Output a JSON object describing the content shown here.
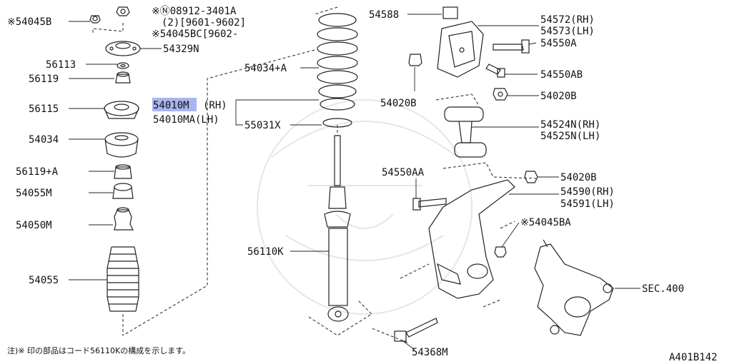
{
  "labels": {
    "p54045B": "※54045B",
    "p08912": "※Ⓝ08912-3401A",
    "p08912b": "(2)[9601-9602]",
    "p54045BC": "※54045BC[9602-",
    "p54329N": "54329N",
    "p56113": "56113",
    "p56119": "56119",
    "p56115": "56115",
    "p54034": "54034",
    "p56119A": "56119+A",
    "p54055M": "54055M",
    "p54050M": "54050M",
    "p54055": "54055",
    "p54034A": "54034+A",
    "p54010M": "54010M",
    "p54010Mrh": "(RH)",
    "p54010MA": "54010MA(LH)",
    "p55031X": "55031X",
    "p56110K": "56110K",
    "p54588": "54588",
    "p54572": "54572(RH)",
    "p54573": "54573(LH)",
    "p54550A": "54550A",
    "p54550AB": "54550AB",
    "p54020Ba": "54020B",
    "p54020Bb": "54020B",
    "p54524N": "54524N(RH)",
    "p54525N": "54525N(LH)",
    "p54550AA": "54550AA",
    "p54020Bc": "54020B",
    "p54590": "54590(RH)",
    "p54591": "54591(LH)",
    "p54045BA": "※54045BA",
    "pSEC400": "SEC.400",
    "p54368M": "54368M"
  },
  "footnote": "注)※ 印の部品はコード56110Kの構成を示します。",
  "diagram_id": "A401B142",
  "colors": {
    "highlight": "#aab4f0",
    "line": "#222222"
  }
}
